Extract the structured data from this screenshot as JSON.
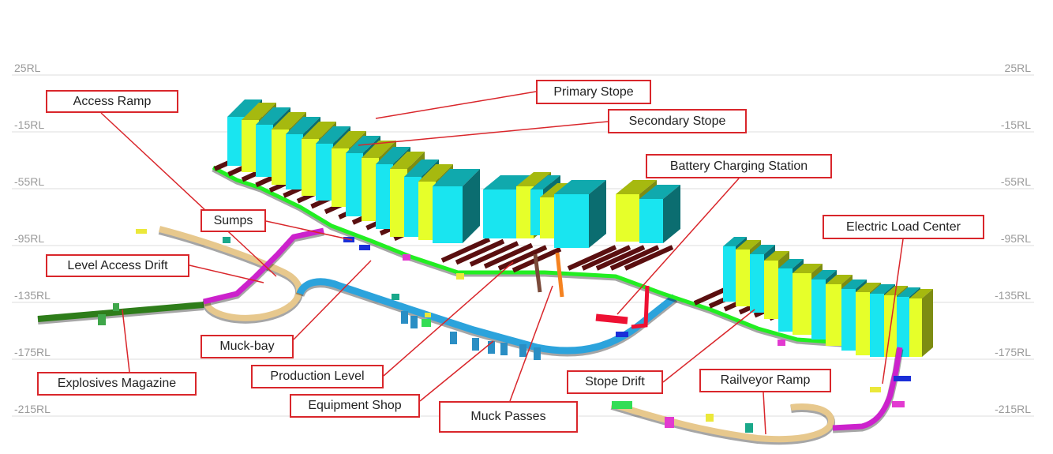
{
  "rl_labels": [
    "25RL",
    "-15RL",
    "-55RL",
    "-95RL",
    "-135RL",
    "-175RL",
    "-215RL"
  ],
  "callouts": {
    "primary_stope": "Primary Stope",
    "secondary_stope": "Secondary Stope",
    "access_ramp": "Access Ramp",
    "battery_charging_station": "Battery Charging Station",
    "sumps": "Sumps",
    "electric_load_center": "Electric Load Center",
    "level_access_drift": "Level  Access Drift",
    "muck_bay": "Muck-bay",
    "production_level": "Production Level",
    "explosives_magazine": "Explosives Magazine",
    "equipment_shop": "Equipment Shop",
    "stope_drift": "Stope Drift",
    "railveyor_ramp": "Railveyor Ramp",
    "muck_passes": "Muck Passes"
  },
  "colors": {
    "callout_border": "#d9262b",
    "leader": "#d9262b",
    "grid": "#dcdcdc",
    "rl_text": "#9a9a9a",
    "stope_cyan": "#19e5f0",
    "stope_cyan_top": "#10a9ad",
    "stope_cyan_dark": "#0b6d70",
    "stope_yellow": "#e6ff2a",
    "stope_yellow_top": "#a6b90f",
    "stope_yellow_dark": "#7d8c12",
    "stope_drift": "#5a0f10",
    "production_level": "#22ee22",
    "access_ramp": "#e7c88d",
    "level_access_drift": "#cc22cc",
    "haulage": "#2ca3dc",
    "explosives_magazine": "#2e7d1a",
    "muck_pass_brown": "#7a4a3a",
    "muck_pass_orange": "#f58220",
    "battery_red": "#ee1133",
    "blue_marker": "#1a2ed8",
    "teal_marker": "#1aa88a",
    "yellow_marker": "#ebe83a",
    "magenta_marker": "#e23ad0"
  }
}
